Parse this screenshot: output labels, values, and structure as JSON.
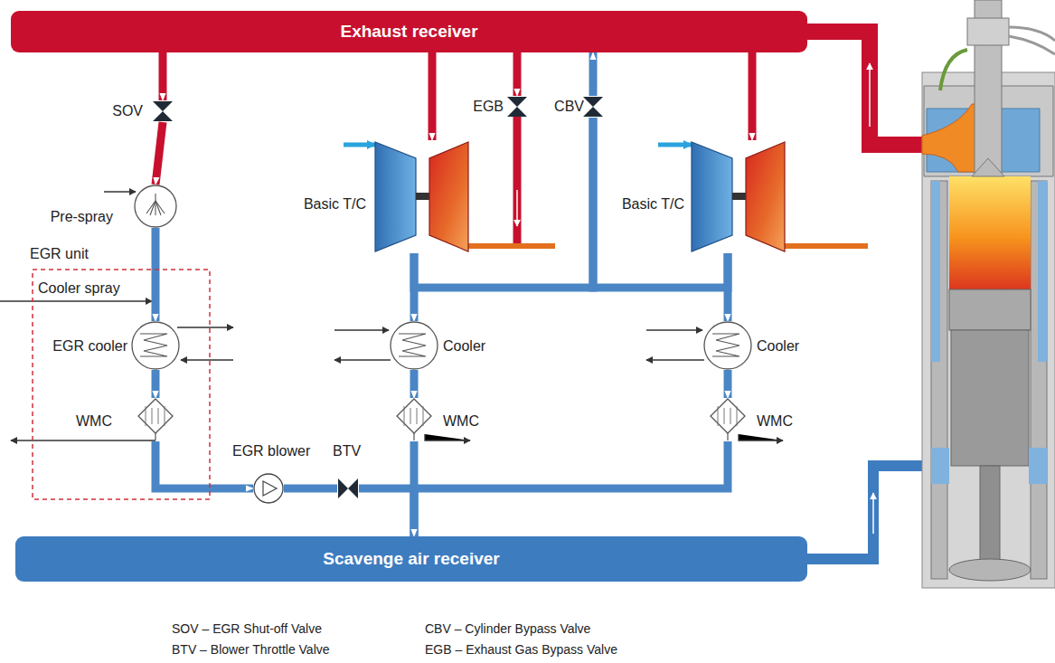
{
  "diagram": {
    "nodes": [
      {
        "text": [
          "Exhaust receiver"
        ]
      },
      {
        "text": [
          "Scavenge air receiver"
        ]
      },
      {
        "text": [
          "EGR unit"
        ]
      },
      {
        "text": [
          "Pre-spray"
        ]
      },
      {
        "text": [
          "EGR cooler"
        ],
        "in": 2
      },
      {
        "text": [
          "WMC"
        ],
        "in": 2
      },
      {
        "text": [
          "Basic T/C"
        ]
      },
      {
        "text": [
          "Basic T/C"
        ]
      },
      {
        "text": [
          "Cooler"
        ]
      },
      {
        "text": [
          "Cooler"
        ]
      },
      {
        "text": [
          "WMC"
        ]
      },
      {
        "text": [
          "WMC"
        ]
      },
      {
        "text": [
          "EGR blower"
        ]
      },
      {
        "text": [
          "SOV"
        ]
      },
      {
        "text": [
          "EGB"
        ]
      },
      {
        "text": [
          "CBV"
        ]
      },
      {
        "text": [
          "BTV"
        ]
      }
    ],
    "edges": [
      {
        "from": 0,
        "to": 13,
        "arrow": "to"
      },
      {
        "from": 13,
        "to": 3,
        "arrow": "to"
      },
      {
        "from": 3,
        "to": 4,
        "arrow": "to"
      },
      {
        "from": 4,
        "to": 5,
        "arrow": "to"
      },
      {
        "from": 5,
        "to": 12,
        "arrow": "to"
      },
      {
        "from": 12,
        "to": 16,
        "arrow": "none"
      },
      {
        "from": 16,
        "to": 1,
        "arrow": "to"
      },
      {
        "from": 0,
        "to": 14,
        "arrow": "to"
      },
      {
        "from": 0,
        "to": 6,
        "arrow": "to"
      },
      {
        "from": 0,
        "to": 7,
        "arrow": "to"
      },
      {
        "from": 6,
        "to": 8,
        "arrow": "to"
      },
      {
        "from": 7,
        "to": 9,
        "arrow": "to"
      },
      {
        "from": 6,
        "to": 15,
        "arrow": "none"
      },
      {
        "from": 7,
        "to": 15,
        "arrow": "none"
      },
      {
        "from": 15,
        "to": 0,
        "arrow": "to"
      },
      {
        "from": 8,
        "to": 10,
        "arrow": "to"
      },
      {
        "from": 9,
        "to": 11,
        "arrow": "to"
      },
      {
        "from": 10,
        "to": 1,
        "arrow": "to"
      },
      {
        "from": 11,
        "to": 1,
        "arrow": "to"
      }
    ],
    "labels": [
      "Cooler spray",
      "SOV – EGR Shut-off Valve",
      "BTV – Blower Throttle Valve",
      "CBV – Cylinder Bypass Valve",
      "EGB – Exhaust Gas Bypass Valve"
    ]
  }
}
